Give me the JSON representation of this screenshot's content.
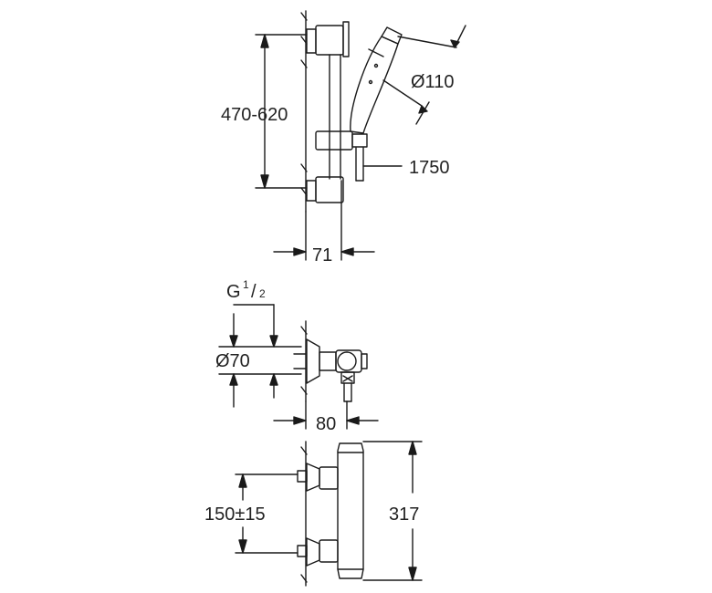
{
  "dimensions": {
    "rail_height": "470-620",
    "shower_head_diameter": "Ø110",
    "hose_length": "1750",
    "rail_wall_distance": "71",
    "connection_thread": "G",
    "thread_fraction_num": "1",
    "thread_fraction_den": "2",
    "escutcheon_diameter": "Ø70",
    "valve_wall_distance": "80",
    "centre_distance": "150±15",
    "mixer_height": "317"
  },
  "colors": {
    "line": "#1a1a1a",
    "text": "#222222"
  }
}
